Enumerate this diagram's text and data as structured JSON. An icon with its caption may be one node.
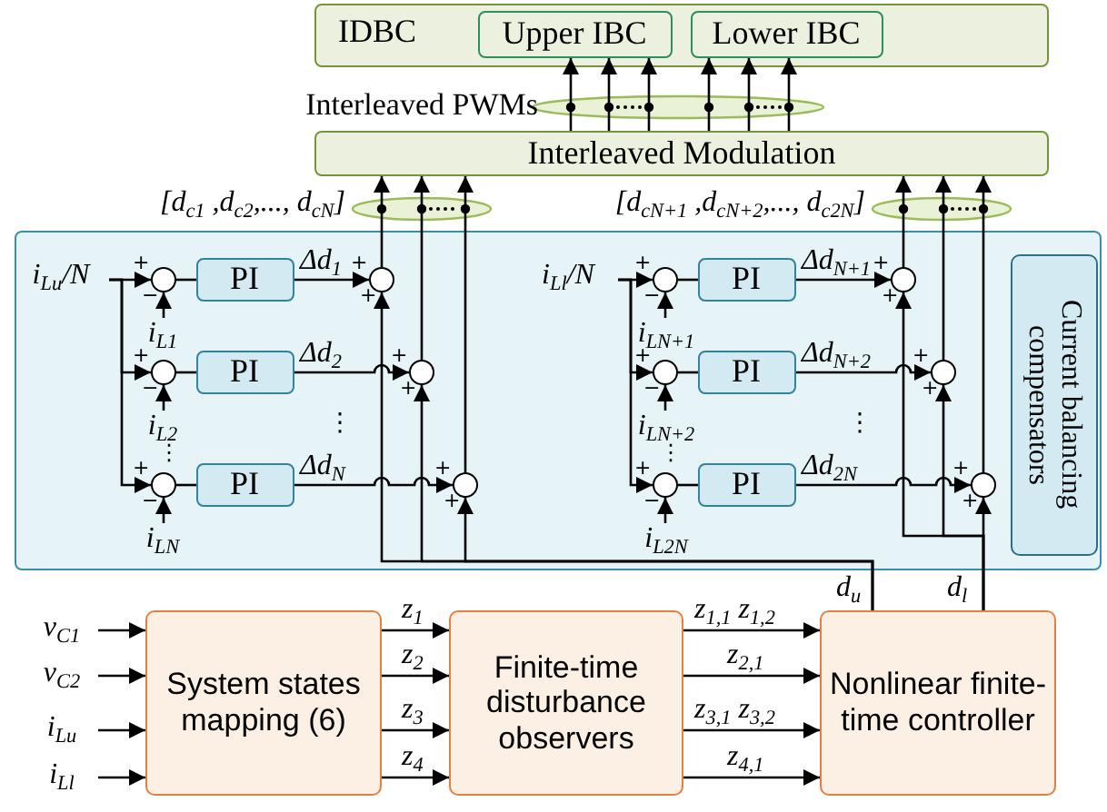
{
  "diagram": {
    "nodes": [
      {
        "text": [
          "IDBC"
        ]
      },
      {
        "text": [
          "Upper IBC"
        ],
        "in": 0
      },
      {
        "text": [
          "Lower IBC"
        ],
        "in": 0
      },
      {
        "text": [
          "Interleaved Modulation"
        ]
      },
      {
        "text": [],
        "shape": "box"
      },
      {
        "text": [
          "Current balancing compensators"
        ],
        "in": 4
      },
      {
        "text": [
          "i$_{Lu}$/N"
        ],
        "in": 4
      },
      {
        "text": [],
        "shape": "circle",
        "in": 4
      },
      {
        "text": [],
        "shape": "circle",
        "in": 4
      },
      {
        "text": [],
        "shape": "circle",
        "in": 4
      },
      {
        "text": [
          "PI"
        ],
        "in": 4
      },
      {
        "text": [
          "PI"
        ],
        "in": 4
      },
      {
        "text": [
          "PI"
        ],
        "in": 4
      },
      {
        "text": [],
        "shape": "circle",
        "in": 4
      },
      {
        "text": [],
        "shape": "circle",
        "in": 4
      },
      {
        "text": [],
        "shape": "circle",
        "in": 4
      },
      {
        "text": [
          "i$_{L1}$"
        ],
        "in": 4
      },
      {
        "text": [
          "i$_{L2}$"
        ],
        "in": 4
      },
      {
        "text": [
          "i$_{LN}$"
        ],
        "in": 4
      },
      {
        "text": [
          "i$_{Ll}$/N"
        ],
        "in": 4
      },
      {
        "text": [],
        "shape": "circle",
        "in": 4
      },
      {
        "text": [],
        "shape": "circle",
        "in": 4
      },
      {
        "text": [],
        "shape": "circle",
        "in": 4
      },
      {
        "text": [
          "PI"
        ],
        "in": 4
      },
      {
        "text": [
          "PI"
        ],
        "in": 4
      },
      {
        "text": [
          "PI"
        ],
        "in": 4
      },
      {
        "text": [],
        "shape": "circle",
        "in": 4
      },
      {
        "text": [],
        "shape": "circle",
        "in": 4
      },
      {
        "text": [],
        "shape": "circle",
        "in": 4
      },
      {
        "text": [
          "i$_{LN+1}$"
        ],
        "in": 4
      },
      {
        "text": [
          "i$_{LN+2}$"
        ],
        "in": 4
      },
      {
        "text": [
          "i$_{L2N}$"
        ],
        "in": 4
      },
      {
        "text": [
          "v$_{C1}$"
        ]
      },
      {
        "text": [
          "v$_{C2}$"
        ]
      },
      {
        "text": [
          "i$_{Lu}$"
        ]
      },
      {
        "text": [
          "i$_{Ll}$"
        ]
      },
      {
        "text": [
          "System states mapping (6)"
        ]
      },
      {
        "text": [
          "Finite-time disturbance observers"
        ]
      },
      {
        "text": [
          "Nonlinear finite-time controller"
        ]
      }
    ],
    "edges": [
      {
        "from": 3,
        "to": 1,
        "arrow": "to"
      },
      {
        "from": 3,
        "to": 1,
        "arrow": "to"
      },
      {
        "from": 3,
        "to": 1,
        "arrow": "to"
      },
      {
        "from": 3,
        "to": 2,
        "arrow": "to"
      },
      {
        "from": 3,
        "to": 2,
        "arrow": "to"
      },
      {
        "from": 3,
        "to": 2,
        "arrow": "to"
      },
      {
        "from": 13,
        "to": 3,
        "arrow": "to"
      },
      {
        "from": 14,
        "to": 3,
        "arrow": "to"
      },
      {
        "from": 15,
        "to": 3,
        "arrow": "to"
      },
      {
        "from": 26,
        "to": 3,
        "arrow": "to"
      },
      {
        "from": 27,
        "to": 3,
        "arrow": "to"
      },
      {
        "from": 28,
        "to": 3,
        "arrow": "to"
      },
      {
        "from": 6,
        "to": 7,
        "arrow": "to"
      },
      {
        "from": 6,
        "to": 8,
        "arrow": "to"
      },
      {
        "from": 6,
        "to": 9,
        "arrow": "to"
      },
      {
        "from": 16,
        "to": 7,
        "arrow": "to"
      },
      {
        "from": 17,
        "to": 8,
        "arrow": "to"
      },
      {
        "from": 18,
        "to": 9,
        "arrow": "to"
      },
      {
        "from": 7,
        "to": 10,
        "arrow": "none"
      },
      {
        "from": 8,
        "to": 11,
        "arrow": "none"
      },
      {
        "from": 9,
        "to": 12,
        "arrow": "none"
      },
      {
        "from": 10,
        "to": 13,
        "arrow": "to",
        "label": "Δd$_{1}$"
      },
      {
        "from": 11,
        "to": 14,
        "arrow": "to",
        "label": "Δd$_{2}$"
      },
      {
        "from": 12,
        "to": 15,
        "arrow": "to",
        "label": "Δd$_{N}$"
      },
      {
        "from": 19,
        "to": 20,
        "arrow": "to"
      },
      {
        "from": 19,
        "to": 21,
        "arrow": "to"
      },
      {
        "from": 19,
        "to": 22,
        "arrow": "to"
      },
      {
        "from": 29,
        "to": 20,
        "arrow": "to"
      },
      {
        "from": 30,
        "to": 21,
        "arrow": "to"
      },
      {
        "from": 31,
        "to": 22,
        "arrow": "to"
      },
      {
        "from": 20,
        "to": 23,
        "arrow": "none"
      },
      {
        "from": 21,
        "to": 24,
        "arrow": "none"
      },
      {
        "from": 22,
        "to": 25,
        "arrow": "none"
      },
      {
        "from": 23,
        "to": 26,
        "arrow": "to",
        "label": "Δd$_{N+1}$"
      },
      {
        "from": 24,
        "to": 27,
        "arrow": "to",
        "label": "Δd$_{N+2}$"
      },
      {
        "from": 25,
        "to": 28,
        "arrow": "to",
        "label": "Δd$_{2N}$"
      },
      {
        "from": 38,
        "to": 13,
        "arrow": "to",
        "label": "d$_{u}$"
      },
      {
        "from": 38,
        "to": 14,
        "arrow": "to"
      },
      {
        "from": 38,
        "to": 15,
        "arrow": "to"
      },
      {
        "from": 38,
        "to": 26,
        "arrow": "to",
        "label": "d$_{l}$"
      },
      {
        "from": 38,
        "to": 27,
        "arrow": "to"
      },
      {
        "from": 38,
        "to": 28,
        "arrow": "to"
      },
      {
        "from": 32,
        "to": 36,
        "arrow": "to"
      },
      {
        "from": 33,
        "to": 36,
        "arrow": "to"
      },
      {
        "from": 34,
        "to": 36,
        "arrow": "to"
      },
      {
        "from": 35,
        "to": 36,
        "arrow": "to"
      },
      {
        "from": 36,
        "to": 37,
        "arrow": "to",
        "label": "z$_{1}$"
      },
      {
        "from": 36,
        "to": 37,
        "arrow": "to",
        "label": "z$_{2}$"
      },
      {
        "from": 36,
        "to": 37,
        "arrow": "to",
        "label": "z$_{3}$"
      },
      {
        "from": 36,
        "to": 37,
        "arrow": "to",
        "label": "z$_{4}$"
      },
      {
        "from": 37,
        "to": 38,
        "arrow": "to",
        "label": "z$_{1,1}$ z$_{1,2}$"
      },
      {
        "from": 37,
        "to": 38,
        "arrow": "to",
        "label": "z$_{2,1}$"
      },
      {
        "from": 37,
        "to": 38,
        "arrow": "to",
        "label": "z$_{3,1}$ z$_{3,2}$"
      },
      {
        "from": 37,
        "to": 38,
        "arrow": "to",
        "label": "z$_{4,1}$"
      }
    ],
    "labels": [
      "Interleaved PWMs",
      "[d$_{c1}$ ,d$_{c2}$,..., d$_{cN}$]",
      "[d$_{cN+1}$ ,d$_{cN+2}$,..., d$_{c2N}$]",
      "+",
      "−",
      "+",
      "−",
      "+",
      "−",
      "+",
      "+",
      "+",
      "+",
      "+",
      "+",
      "+",
      "−",
      "+",
      "−",
      "+",
      "−",
      "+",
      "+",
      "+",
      "+",
      "+",
      "+",
      "⋮",
      "⋮",
      "⋮",
      "⋮"
    ]
  }
}
